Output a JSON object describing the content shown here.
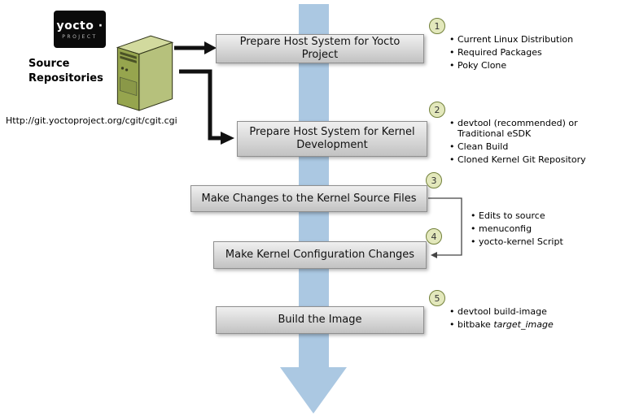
{
  "colors": {
    "flow_arrow": "#abc8e2",
    "step_box_top": "#f0f0f0",
    "step_box_bottom": "#c2c2c2",
    "step_box_border": "#8f8f8f",
    "number_circle_fill": "#e3e8bc",
    "number_circle_border": "#72803a",
    "server_front": "#96a54e",
    "server_side": "#b6c17c",
    "server_top": "#d2da9e",
    "logo_background": "#0a0a0a",
    "connector_black": "#111111"
  },
  "logo": {
    "brand": "yocto ·",
    "sub": "PROJECT"
  },
  "source": {
    "label": "Source Repositories",
    "url": "Http://git.yoctoproject.org/cgit/cgit.cgi"
  },
  "steps": [
    {
      "num": "1",
      "title": "Prepare Host System for Yocto Project",
      "bullets": [
        "Current Linux Distribution",
        "Required Packages",
        "Poky Clone"
      ]
    },
    {
      "num": "2",
      "title": "Prepare Host System for Kernel Development",
      "bullets": [
        "devtool (recommended) or Traditional eSDK",
        "Clean Build",
        "Cloned Kernel Git Repository"
      ]
    },
    {
      "num": "3",
      "title": "Make Changes to the Kernel Source Files"
    },
    {
      "num": "4",
      "title": "Make Kernel Configuration Changes"
    },
    {
      "num": "5",
      "title": "Build the Image"
    }
  ],
  "shared_bullets_steps_3_4": [
    "Edits to source",
    "menuconfig",
    "yocto-kernel Script"
  ],
  "step5_bullets": {
    "item1": "devtool build-image",
    "item2_prefix": "bitbake ",
    "item2_italic": "target_image"
  }
}
